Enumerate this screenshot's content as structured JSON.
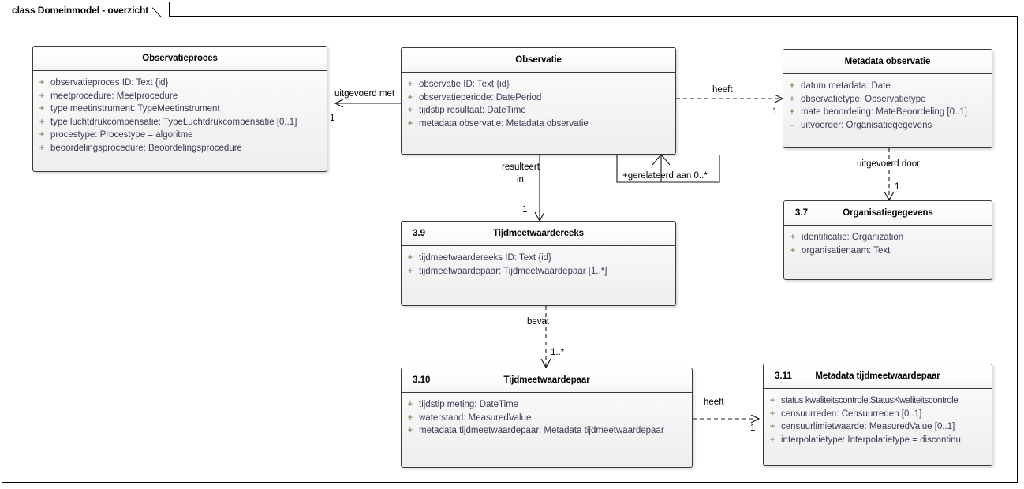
{
  "diagram": {
    "tab_label": "class Domeinmodel - overzicht",
    "type": "uml-class-diagram"
  },
  "classes": [
    {
      "id": "observatieproces",
      "number": "",
      "title": "Observatieproces",
      "attributes": [
        {
          "visibility": "+",
          "signature": "observatieproces ID: Text {id}"
        },
        {
          "visibility": "+",
          "signature": "meetprocedure: Meetprocedure"
        },
        {
          "visibility": "+",
          "signature": "type meetinstrument: TypeMeetinstrument"
        },
        {
          "visibility": "+",
          "signature": "type luchtdrukcompensatie: TypeLuchtdrukcompensatie [0..1]"
        },
        {
          "visibility": "+",
          "signature": "procestype: Procestype = algoritme"
        },
        {
          "visibility": "+",
          "signature": "beoordelingsprocedure: Beoordelingsprocedure"
        }
      ]
    },
    {
      "id": "observatie",
      "number": "",
      "title": "Observatie",
      "attributes": [
        {
          "visibility": "+",
          "signature": "observatie ID: Text {id}"
        },
        {
          "visibility": "+",
          "signature": "observatieperiode: DatePeriod"
        },
        {
          "visibility": "+",
          "signature": "tijdstip resultaat: DateTime"
        },
        {
          "visibility": "+",
          "signature": "metadata observatie: Metadata observatie"
        }
      ]
    },
    {
      "id": "metadata-observatie",
      "number": "",
      "title": "Metadata observatie",
      "attributes": [
        {
          "visibility": "+",
          "signature": "datum metadata: Date"
        },
        {
          "visibility": "+",
          "signature": "observatietype: Observatietype"
        },
        {
          "visibility": "+",
          "signature": "mate beoordeling: MateBeoordeling [0..1]"
        },
        {
          "visibility": "-",
          "signature": "uitvoerder: Organisatiegegevens"
        }
      ]
    },
    {
      "id": "organisatiegegevens",
      "number": "3.7",
      "title": "Organisatiegegevens",
      "attributes": [
        {
          "visibility": "+",
          "signature": "identificatie: Organization"
        },
        {
          "visibility": "+",
          "signature": "organisatienaam: Text"
        }
      ]
    },
    {
      "id": "tijdmeetwaardereeks",
      "number": "3.9",
      "title": "Tijdmeetwaardereeks",
      "attributes": [
        {
          "visibility": "+",
          "signature": "tijdmeetwaardereeks ID: Text {id}"
        },
        {
          "visibility": "+",
          "signature": "tijdmeetwaardepaar: Tijdmeetwaardepaar [1..*]"
        }
      ]
    },
    {
      "id": "tijdmeetwaardepaar",
      "number": "3.10",
      "title": "Tijdmeetwaardepaar",
      "attributes": [
        {
          "visibility": "+",
          "signature": "tijdstip meting: DateTime"
        },
        {
          "visibility": "+",
          "signature": "waterstand: MeasuredValue"
        },
        {
          "visibility": "+",
          "signature": "metadata tijdmeetwaardepaar: Metadata tijdmeetwaardepaar"
        }
      ]
    },
    {
      "id": "metadata-tijdmeetwaardepaar",
      "number": "3.11",
      "title": "Metadata tijdmeetwaardepaar",
      "attributes": [
        {
          "visibility": "+",
          "signature": "status kwaliteitscontrole:StatusKwaliteitscontrole"
        },
        {
          "visibility": "+",
          "signature": "censuurreden: Censuurreden [0..1]"
        },
        {
          "visibility": "+",
          "signature": "censuurlimietwaarde: MeasuredValue [0..1]"
        },
        {
          "visibility": "+",
          "signature": "interpolatietype: Interpolatietype = discontinu"
        }
      ]
    }
  ],
  "relations": [
    {
      "id": "rel-uitgevoerd-met",
      "label": "uitgevoerd met",
      "multiplicity": "1",
      "style": "solid",
      "from": "observatie",
      "to": "observatieproces"
    },
    {
      "id": "rel-heeft-metadata",
      "label": "heeft",
      "multiplicity": "1",
      "style": "dashed",
      "from": "observatie",
      "to": "metadata-observatie"
    },
    {
      "id": "rel-gerelateerd",
      "label": "+gerelateerd aan 0..*",
      "multiplicity": "",
      "style": "solid",
      "from": "observatie",
      "to": "observatie"
    },
    {
      "id": "rel-resulteert-in",
      "label_line1": "resulteert",
      "label_line2": "in",
      "multiplicity": "1",
      "style": "solid",
      "from": "observatie",
      "to": "tijdmeetwaardereeks"
    },
    {
      "id": "rel-uitgevoerd-door",
      "label": "uitgevoerd door",
      "multiplicity": "1",
      "style": "dashed",
      "from": "metadata-observatie",
      "to": "organisatiegegevens"
    },
    {
      "id": "rel-bevat",
      "label": "bevat",
      "multiplicity": "1..*",
      "style": "dashed",
      "from": "tijdmeetwaardereeks",
      "to": "tijdmeetwaardepaar"
    },
    {
      "id": "rel-heeft-meta-paar",
      "label": "heeft",
      "multiplicity": "1",
      "style": "dashed",
      "from": "tijdmeetwaardepaar",
      "to": "metadata-tijdmeetwaardepaar"
    }
  ],
  "colors": {
    "box_border": "#3a3a3a",
    "box_fill_top": "#ffffff",
    "box_fill_bottom": "#eeeeee",
    "attr_text": "#3a3a55",
    "visibility_text": "#7a6a3a",
    "line": "#1a1a1a",
    "frame_border": "#000000"
  }
}
